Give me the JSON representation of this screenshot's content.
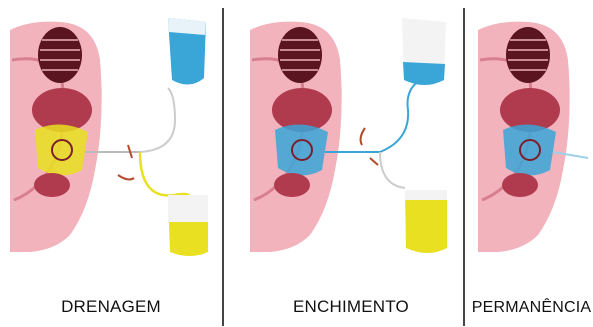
{
  "colors": {
    "skin": "#f2b3bd",
    "skin_dark": "#d97e8e",
    "ribs": "#7a1f2b",
    "lung": "#5a1520",
    "organ": "#b03a4e",
    "drain_fluid": "#e8e020",
    "fill_fluid": "#3aa6d8",
    "divider": "#444444",
    "arrow": "#b04a2a"
  },
  "panels": [
    {
      "label": "DRENAGEM",
      "fluid": "drain_fluid",
      "bag_top": "fill_fluid",
      "bag_bottom": "drain_fluid",
      "active_bag": "bottom"
    },
    {
      "label": "ENCHIMENTO",
      "fluid": "fill_fluid",
      "bag_top": "fill_fluid",
      "bag_bottom": "drain_fluid",
      "active_bag": "top"
    },
    {
      "label": "PERMANÊNCIA",
      "fluid": "fill_fluid"
    }
  ]
}
